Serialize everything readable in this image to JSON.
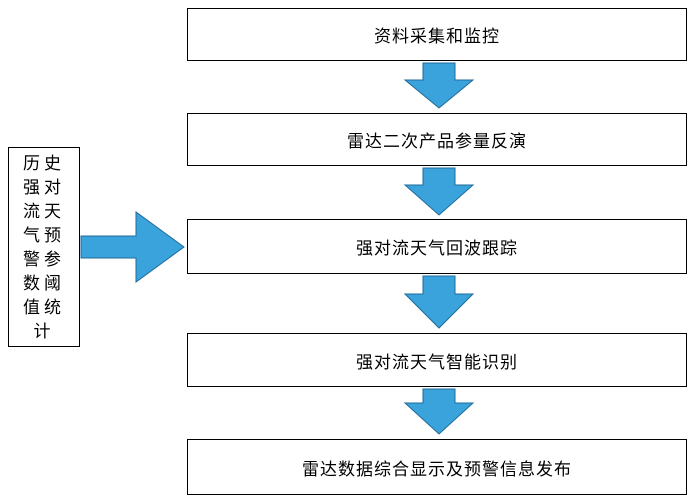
{
  "steps": [
    "资料采集和监控",
    "雷达二次产品参量反演",
    "强对流天气回波跟踪",
    "强对流天气智能识别",
    "雷达数据综合显示及预警信息发布"
  ],
  "side_box": "历史强对流天气预警参数阈值统计",
  "colors": {
    "arrow_fill": "#3ba3dc",
    "arrow_stroke": "#1f6b9a",
    "box_border": "#000000"
  }
}
